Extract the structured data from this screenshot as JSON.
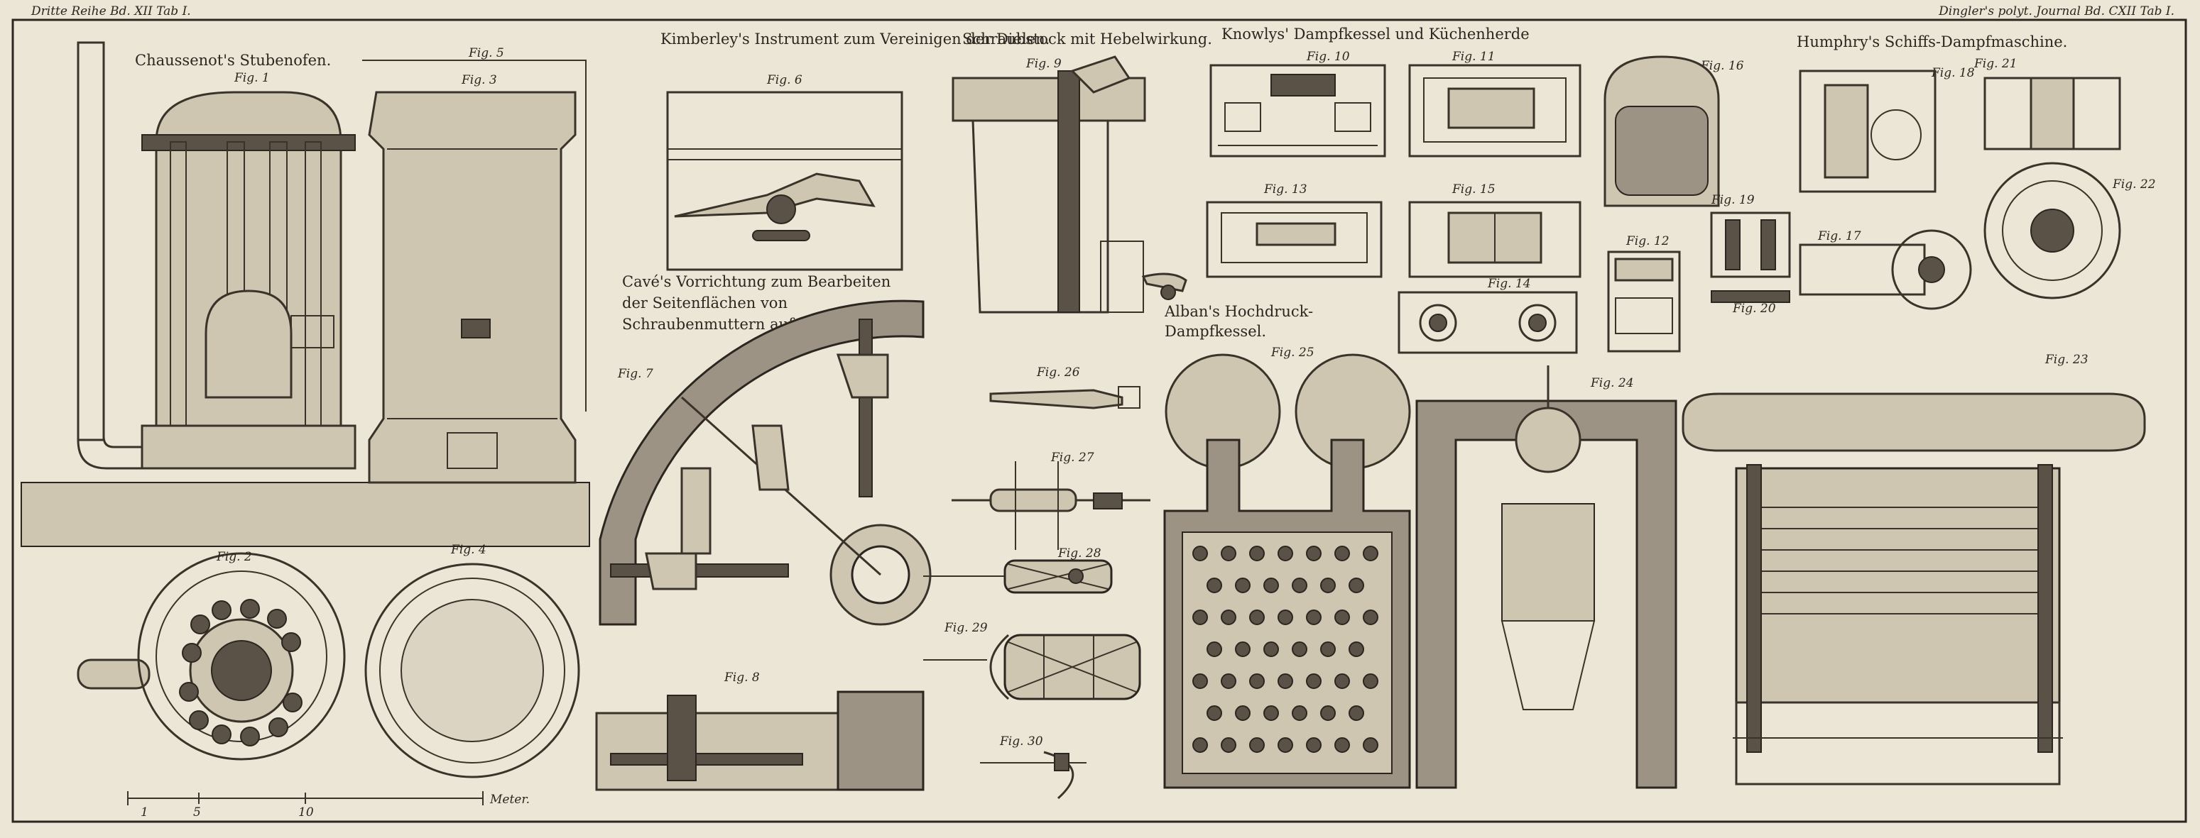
{
  "header": {
    "left": "Dritte Reihe Bd. XII Tab I.",
    "right": "Dingler's polyt. Journal Bd. CXII Tab I."
  },
  "sections": [
    {
      "id": "chaussenot",
      "title": "Chaussenot's Stubenofen."
    },
    {
      "id": "kimberley",
      "title": "Kimberley's Instrument zum Vereinigen der Dielen."
    },
    {
      "id": "cave",
      "title": "Cavé's Vorrichtung zum Bearbeiten der Seitenflächen von Schraubenmuttern auf der Drehbank."
    },
    {
      "id": "schraubstock",
      "title": "Schraubstock mit Hebelwirkung."
    },
    {
      "id": "knowlys",
      "title": "Knowlys' Dampfkessel und Küchenherde"
    },
    {
      "id": "alban",
      "title": "Alban's Hochdruck-Dampfkessel."
    },
    {
      "id": "humphry",
      "title": "Humphry's Schiffs-Dampfmaschine."
    }
  ],
  "figures": {
    "f1": "Fig. 1",
    "f2": "Fig. 2",
    "f3": "Fig. 3",
    "f4": "Fig. 4",
    "f5": "Fig. 5",
    "f6": "Fig. 6",
    "f7": "Fig. 7",
    "f8": "Fig. 8",
    "f9": "Fig. 9",
    "f10": "Fig. 10",
    "f11": "Fig. 11",
    "f12": "Fig. 12",
    "f13": "Fig. 13",
    "f14": "Fig. 14",
    "f15": "Fig. 15",
    "f16": "Fig. 16",
    "f17": "Fig. 17",
    "f18": "Fig. 18",
    "f19": "Fig. 19",
    "f20": "Fig. 20",
    "f21": "Fig. 21",
    "f22": "Fig. 22",
    "f23": "Fig. 23",
    "f24": "Fig. 24",
    "f25": "Fig. 25",
    "f26": "Fig. 26",
    "f27": "Fig. 27",
    "f28": "Fig. 28",
    "f29": "Fig. 29",
    "f30": "Fig. 30"
  },
  "scale": {
    "unit": "Meter.",
    "ticks": [
      "1",
      "5",
      "10"
    ]
  },
  "colors": {
    "paper": "#ece6d6",
    "ink": "#2b2620",
    "shade": "#cfc6b2"
  }
}
